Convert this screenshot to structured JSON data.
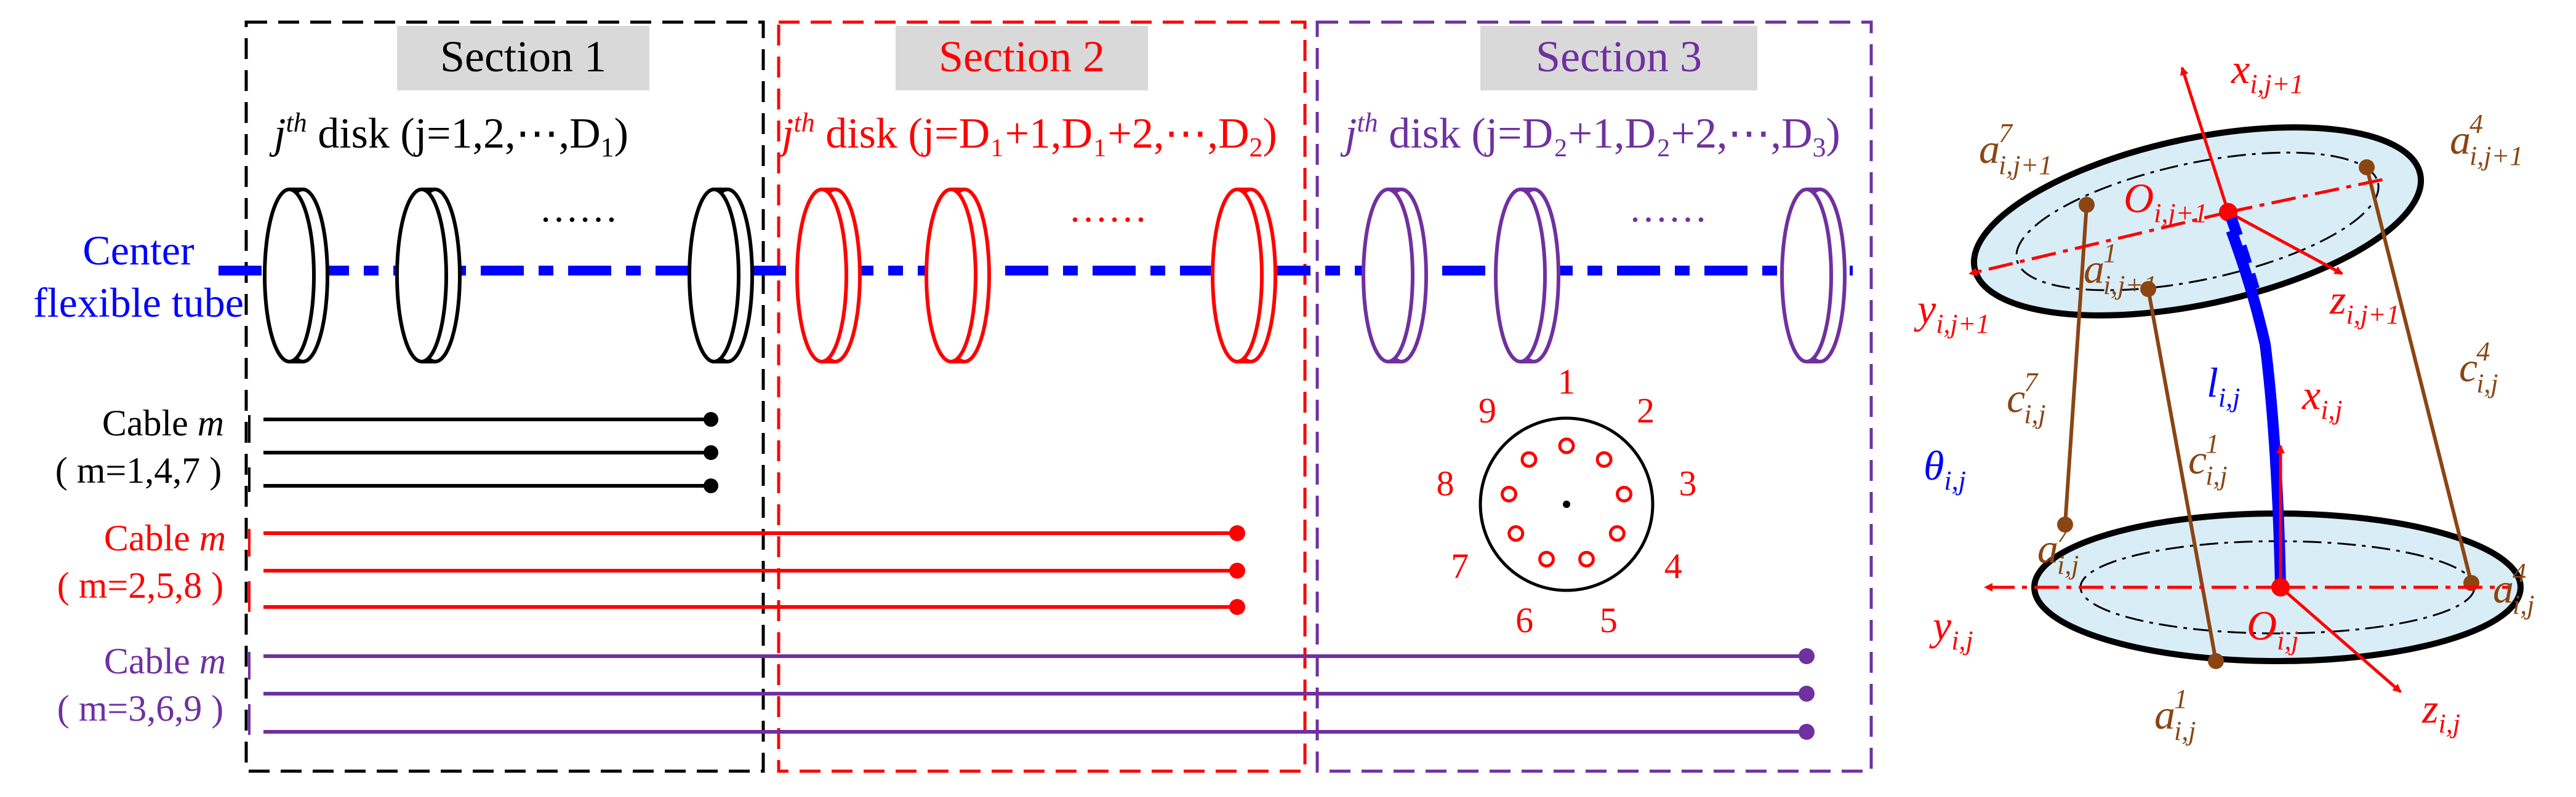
{
  "colors": {
    "section1": "#000000",
    "section2": "#ff0000",
    "section3": "#7030a0",
    "tube": "#0000ff",
    "cable_brown": "#8b4513",
    "disk_fill": "#d9edf7",
    "title_bg": "#d9d9d9"
  },
  "sections": [
    {
      "title": "Section 1",
      "disk_label": {
        "j": "j",
        "th": "th",
        "disk": " disk (",
        "body": "j=1,2,⋯,D",
        "sub": "1",
        "close": ")"
      }
    },
    {
      "title": "Section 2",
      "disk_label": {
        "j": "j",
        "th": "th",
        "disk": " disk (",
        "body": "j=D₁+1,D₁+2,⋯,D",
        "sub": "2",
        "close": ")"
      }
    },
    {
      "title": "Section 3",
      "disk_label": {
        "j": "j",
        "th": "th",
        "disk": " disk (",
        "body": "j=D₂+1,D₂+2,⋯,D",
        "sub": "3",
        "close": ")"
      }
    }
  ],
  "dots_text": "……",
  "tube_label": {
    "line1": "Center",
    "line2": "flexible tube"
  },
  "cable_groups": [
    {
      "label": "Cable m",
      "indices": "( m=1,4,7 )"
    },
    {
      "label": "Cable m",
      "indices": "( m=2,5,8 )"
    },
    {
      "label": "Cable m",
      "indices": "( m=3,6,9 )"
    }
  ],
  "hole_numbers": [
    "1",
    "2",
    "3",
    "4",
    "5",
    "6",
    "7",
    "8",
    "9"
  ],
  "right_labels": {
    "x_top": "x",
    "x_top_sub": "i,j+1",
    "O_top": "O",
    "O_top_sub": "i,j+1",
    "y_top": "y",
    "y_top_sub": "i,j+1",
    "z_top": "z",
    "z_top_sub": "i,j+1",
    "a7_top": "a",
    "a7_top_sub": "i,j+1",
    "a7_top_sup": "7",
    "a4_top": "a",
    "a4_top_sub": "i,j+1",
    "a4_top_sup": "4",
    "a1_top": "a",
    "a1_top_sub": "i,j+1",
    "a1_top_sup": "1",
    "c7": "c",
    "c7_sub": "i,j",
    "c7_sup": "7",
    "c1": "c",
    "c1_sub": "i,j",
    "c1_sup": "1",
    "c4": "c",
    "c4_sub": "i,j",
    "c4_sup": "4",
    "l": "l",
    "l_sub": "i,j",
    "x_bot": "x",
    "x_bot_sub": "i,j",
    "theta": "θ",
    "theta_sub": "i,j",
    "a7_bot": "a",
    "a7_bot_sub": "i,j",
    "a7_bot_sup": "7",
    "y_bot": "y",
    "y_bot_sub": "i,j",
    "O_bot": "O",
    "O_bot_sub": "i,j",
    "a4_bot": "a",
    "a4_bot_sub": "i,j",
    "a4_bot_sup": "4",
    "a1_bot": "a",
    "a1_bot_sub": "i,j",
    "a1_bot_sup": "1",
    "z_bot": "z",
    "z_bot_sub": "i,j"
  }
}
